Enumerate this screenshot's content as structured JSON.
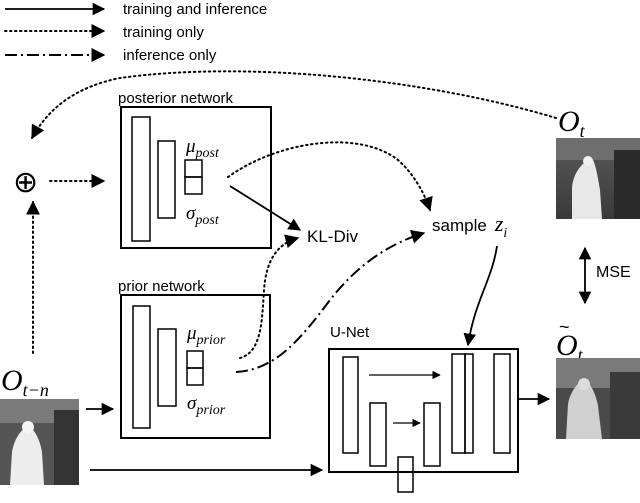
{
  "legend": {
    "solid": "training and inference",
    "dotted": "training only",
    "dashdot": "inference only"
  },
  "nodes": {
    "posterior_title": "posterior network",
    "prior_title": "prior network",
    "unet_title": "U-Net",
    "kl_div": "KL-Div",
    "sample": "sample",
    "mse": "MSE",
    "plus_symbol": "⊕"
  },
  "math": {
    "mu": "μ",
    "sigma": "σ",
    "post_sub": "post",
    "prior_sub": "prior",
    "o_base": "O",
    "o_t_sub": "t",
    "o_tn_sub": "t−n",
    "z_base": "z",
    "z_sub": "i",
    "tilde": "~"
  }
}
